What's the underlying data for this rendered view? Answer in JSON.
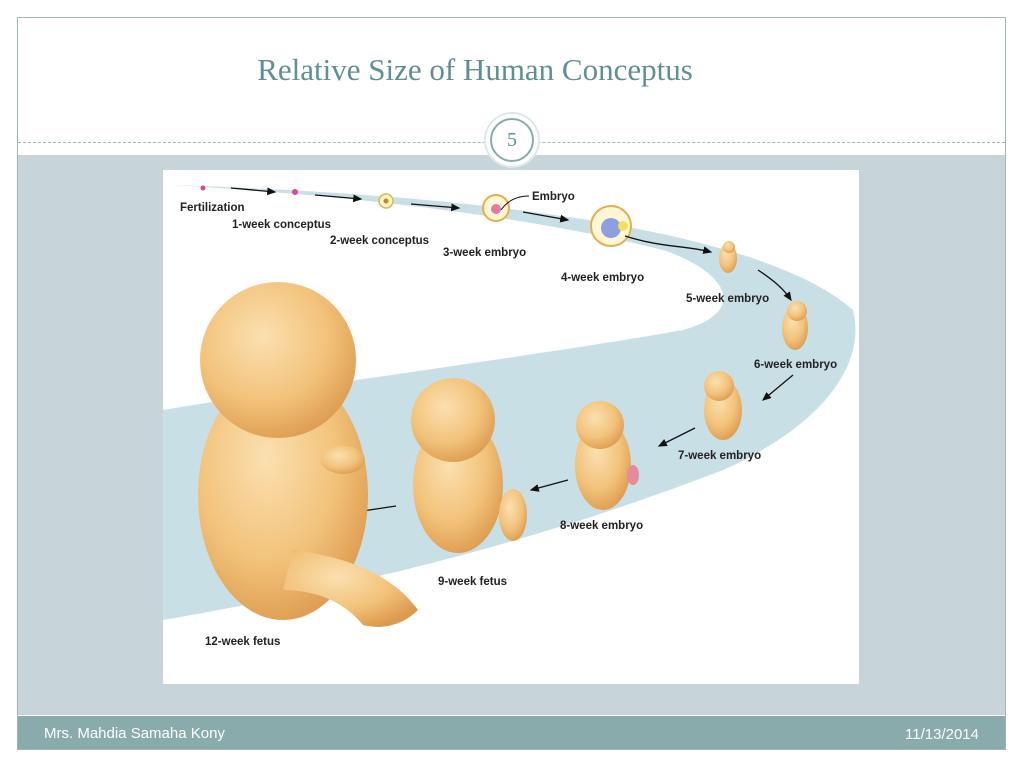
{
  "slide": {
    "title": "Relative Size of Human Conceptus",
    "number": "5"
  },
  "figure": {
    "labels": {
      "fertilization": "Fertilization",
      "week1": "1-week conceptus",
      "week2": "2-week conceptus",
      "week3": "3-week embryo",
      "embryo": "Embryo",
      "week4": "4-week embryo",
      "week5": "5-week embryo",
      "week6": "6-week embryo",
      "week7": "7-week embryo",
      "week8": "8-week embryo",
      "week9": "9-week fetus",
      "week12": "12-week fetus"
    }
  },
  "footer": {
    "author": "Mrs. Mahdia Samaha Kony",
    "date": "11/13/2014"
  },
  "colors": {
    "accent": "#8aabab",
    "title": "#5f8f92",
    "band": "#c9dfe6",
    "skin": "#f2c27a"
  }
}
